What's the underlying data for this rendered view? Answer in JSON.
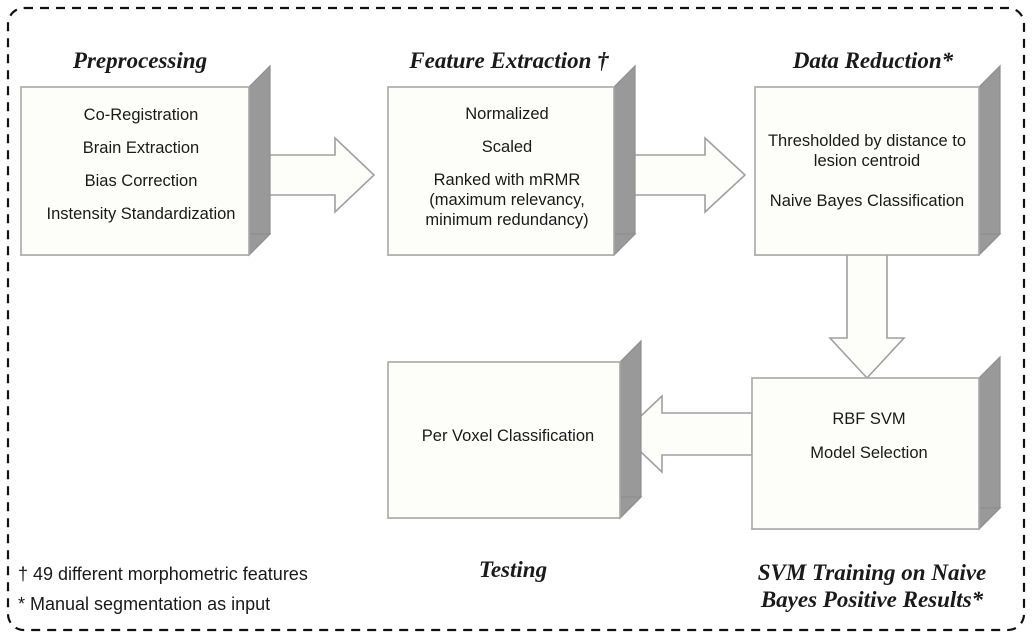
{
  "figure": {
    "type": "flowchart",
    "description": "Processing pipeline flowchart for lesion classification"
  },
  "stages": {
    "preprocessing": {
      "title": "Preprocessing",
      "lines": [
        "Co-Registration",
        "Brain Extraction",
        "Bias Correction",
        "Instensity Standardization"
      ]
    },
    "feature_extraction": {
      "title": "Feature Extraction †",
      "lines": [
        "Normalized",
        "Scaled",
        "Ranked with mRMR",
        "(maximum relevancy,",
        "minimum redundancy)"
      ]
    },
    "data_reduction": {
      "title": "Data Reduction*",
      "lines": [
        "Thresholded by distance  to",
        "lesion centroid",
        "Naive Bayes Classification"
      ]
    },
    "svm_training": {
      "title_line1": "SVM Training on Naive",
      "title_line2": "Bayes Positive Results*",
      "lines": [
        "RBF SVM",
        "Model Selection"
      ]
    },
    "testing": {
      "title": "Testing",
      "lines": [
        "Per Voxel Classification"
      ]
    }
  },
  "footnotes": [
    "† 49 different morphometric features",
    "* Manual segmentation as input"
  ],
  "colors": {
    "box_face": "#fdfdfa",
    "box_shadow": "#999999",
    "box_outline": "#a8a8a8",
    "text": "#1a1a1a",
    "frame": "#111111",
    "background": "#ffffff"
  }
}
